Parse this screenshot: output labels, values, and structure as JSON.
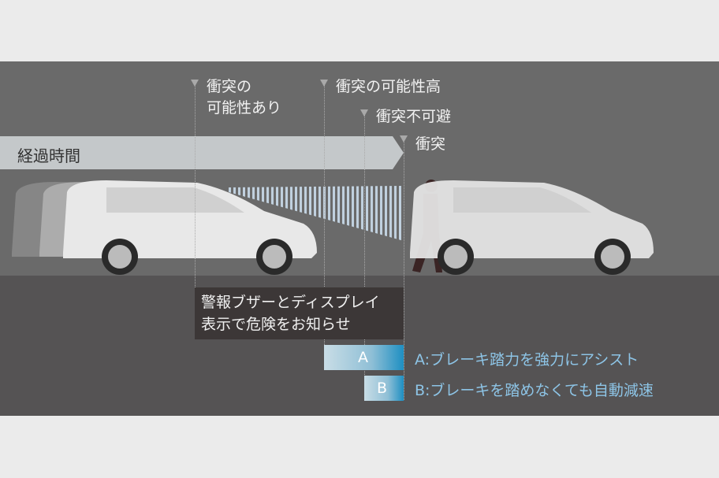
{
  "timeline": {
    "label": "経過時間",
    "markers": [
      {
        "line1": "衝突の",
        "line2": "可能性あり"
      },
      {
        "line1": "衝突の可能性高"
      },
      {
        "line1": "衝突不可避"
      },
      {
        "line1": "衝突"
      }
    ]
  },
  "warning": {
    "line1": "警報ブザーとディスプレイ",
    "line2": "表示で危険をお知らせ"
  },
  "brakes": [
    {
      "badge": "A",
      "description": "A:ブレーキ踏力を強力にアシスト"
    },
    {
      "badge": "B",
      "description": "B:ブレーキを踏めなくても自動減速"
    }
  ],
  "colors": {
    "panel": "#6a6a6a",
    "road": "#555354",
    "accent": "#1e8fc2",
    "description": "#8dc4e6"
  }
}
